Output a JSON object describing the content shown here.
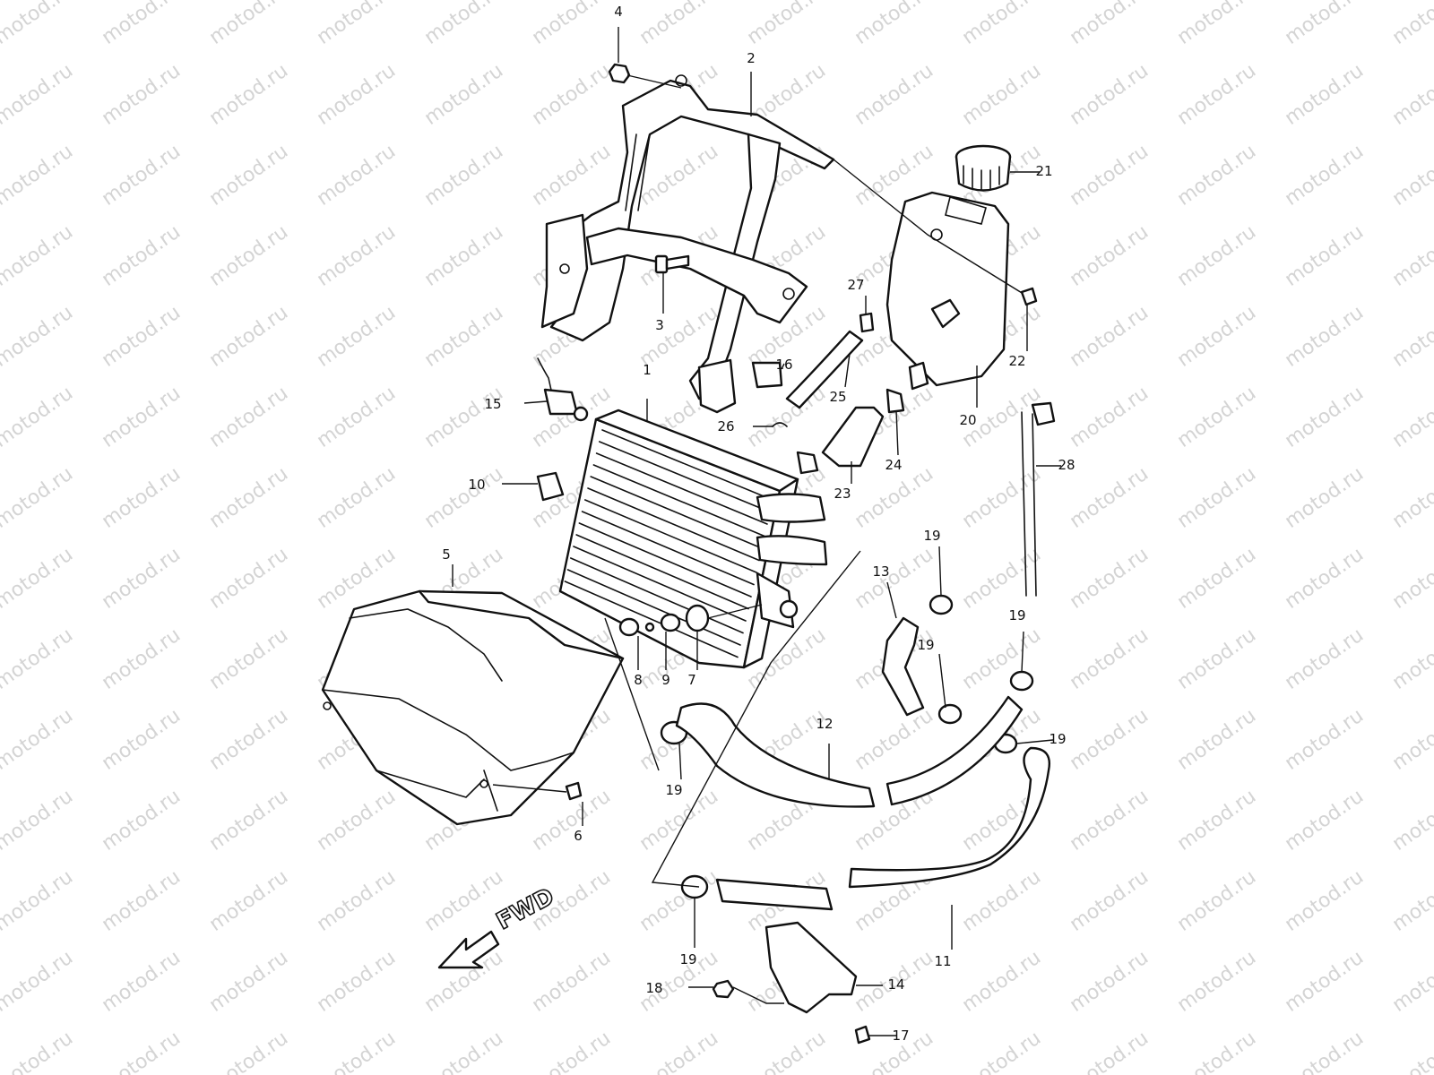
{
  "watermark": "motod.ru",
  "direction_label": "FWD",
  "callouts": [
    "1",
    "2",
    "3",
    "4",
    "5",
    "6",
    "7",
    "8",
    "9",
    "10",
    "11",
    "12",
    "13",
    "14",
    "15",
    "16",
    "17",
    "18",
    "19",
    "20",
    "21",
    "22",
    "23",
    "24",
    "25",
    "26",
    "27",
    "28"
  ]
}
